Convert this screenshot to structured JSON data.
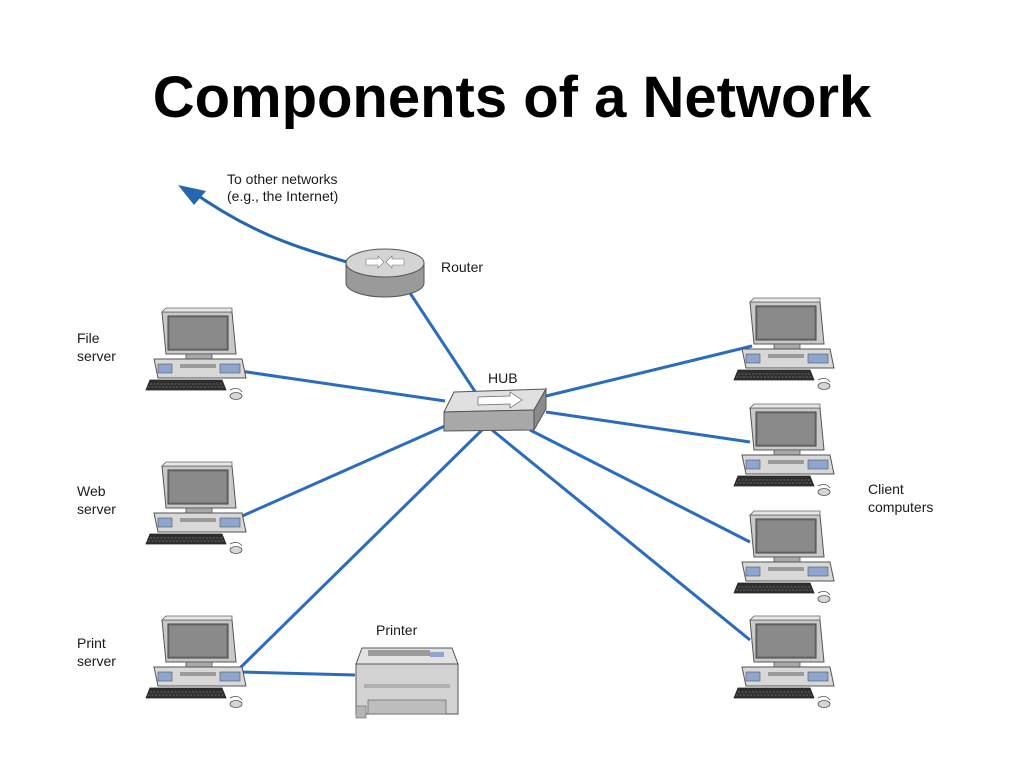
{
  "title": "Components of a Network",
  "colors": {
    "link": "#2b6cbf",
    "arrow": "#2466b0",
    "device_light": "#dcdcdc",
    "device_mid": "#b8b8b8",
    "device_dark": "#6d6d6d",
    "screen": "#7a7a7a",
    "panel": "#8ea6cf"
  },
  "labels": {
    "internet": [
      "To other networks",
      "(e.g., the Internet)"
    ],
    "router": "Router",
    "hub": "HUB",
    "file_server": [
      "File",
      "server"
    ],
    "web_server": [
      "Web",
      "server"
    ],
    "print_server": [
      "Print",
      "server"
    ],
    "printer": "Printer",
    "clients": [
      "Client",
      "computers"
    ]
  },
  "icons": {
    "router": "router-icon",
    "hub": "hub-icon",
    "computer": "desktop-computer-icon",
    "printer": "printer-icon",
    "arrow": "arrow-icon"
  }
}
